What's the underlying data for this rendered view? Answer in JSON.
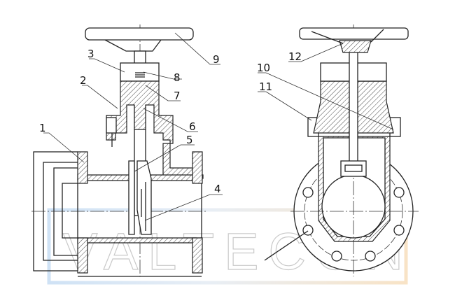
{
  "title": "Gate valve sectional drawing",
  "watermark": "VALTECON",
  "part_labels": [
    "1",
    "2",
    "3",
    "4",
    "5",
    "6",
    "7",
    "8",
    "9",
    "10",
    "11",
    "12"
  ],
  "colors": {
    "line": "#222222",
    "watermark_blue": "#cfe2f5",
    "watermark_orange": "#f8e3c6",
    "watermark_text": "#c9c9c9"
  }
}
